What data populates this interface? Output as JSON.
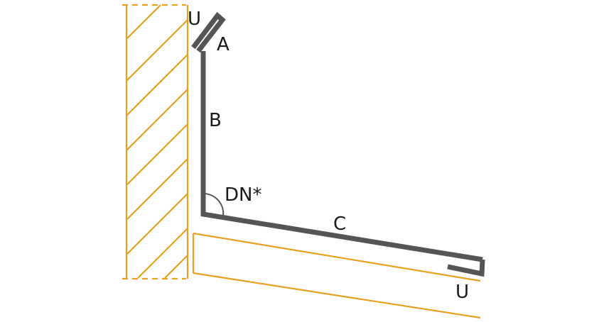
{
  "diagram": {
    "colors": {
      "wall": "#e8a020",
      "flashing": "#555555",
      "text": "#1a1a1a"
    },
    "labels": {
      "hem_top": "U",
      "segment_a": "A",
      "segment_b": "B",
      "angle": "DN*",
      "segment_c": "C",
      "hem_bottom": "U"
    }
  }
}
